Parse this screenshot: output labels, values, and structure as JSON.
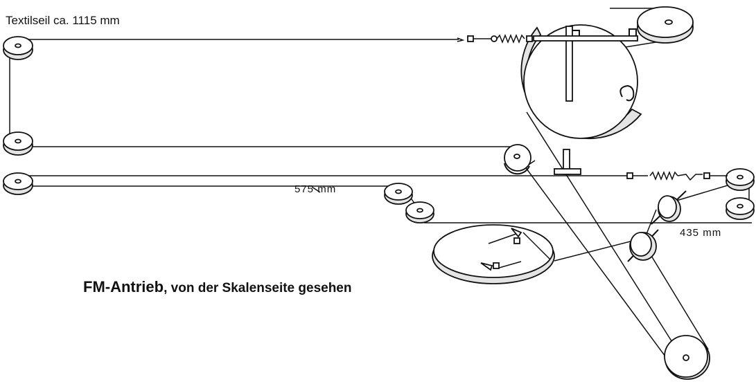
{
  "labels": {
    "cord_length": "Textilseil ca. 1115 mm",
    "dimension_575": "575 mm",
    "dimension_435": "435 mm",
    "title_bold": "FM-Antrieb",
    "title_rest": ", von der Skalenseite gesehen"
  },
  "colors": {
    "ink": "#111111",
    "background": "#ffffff",
    "pulley_rim": "#e4e4e4"
  },
  "icons": [
    "pulley-icon",
    "spring-icon",
    "pointer-bracket-icon",
    "drive-drum-icon",
    "tuning-wheel-icon"
  ]
}
